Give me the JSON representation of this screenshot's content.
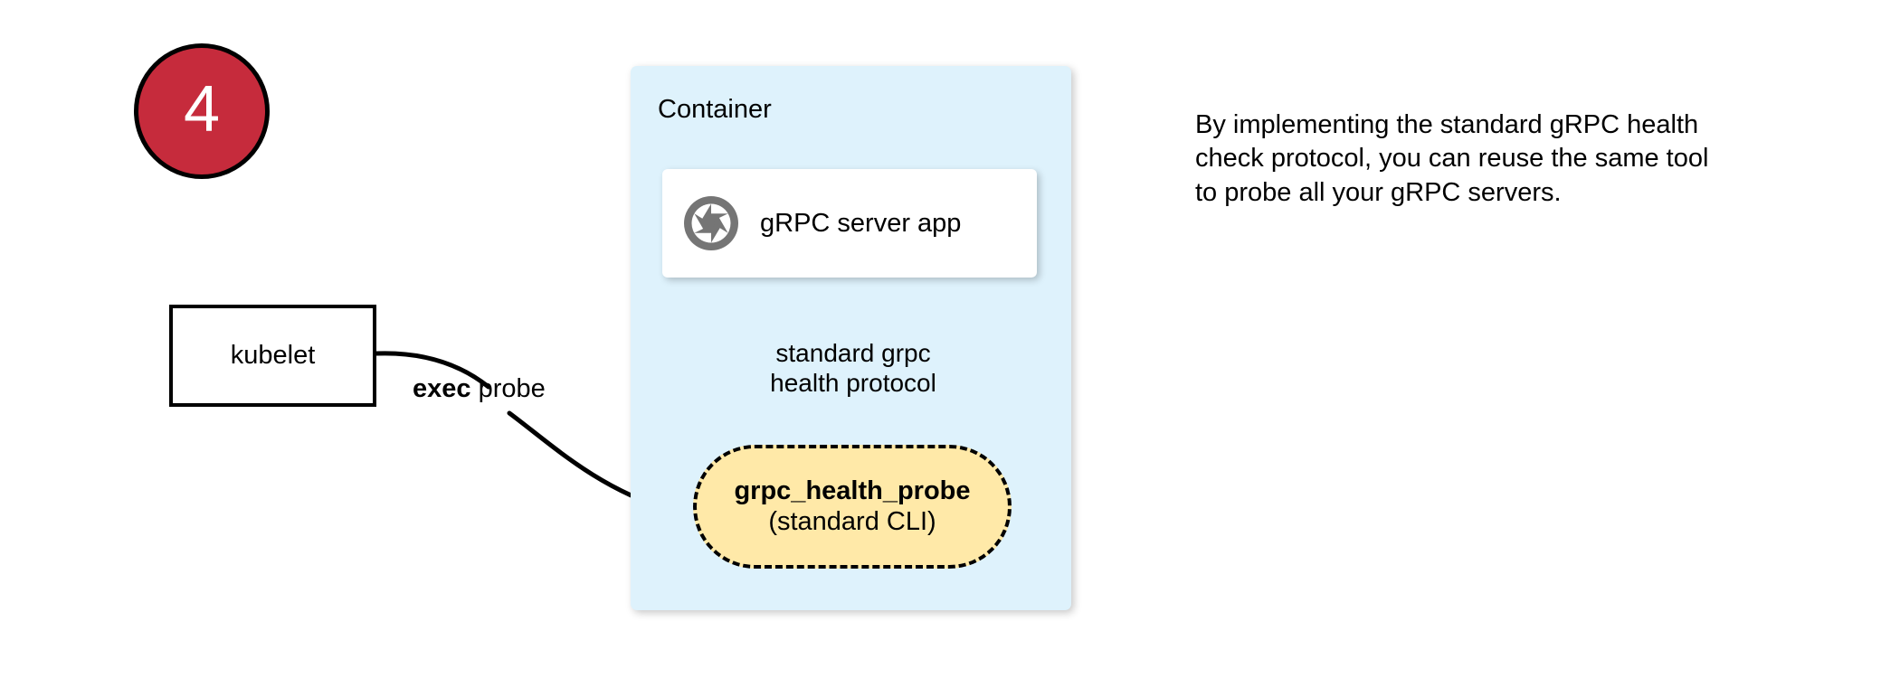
{
  "diagram": {
    "step_badge": {
      "number": "4",
      "fill": "#C62B3C",
      "stroke": "#000000",
      "text_color": "#FFFFFF"
    },
    "nodes": {
      "kubelet": {
        "label": "kubelet",
        "fill": "#FFFFFF",
        "stroke": "#000000"
      },
      "container": {
        "title": "Container",
        "fill": "#DEF2FC"
      },
      "grpc_server": {
        "label": "gRPC server app",
        "icon": "aperture-icon",
        "icon_color": "#757575",
        "fill": "#FFFFFF"
      },
      "grpc_health_probe": {
        "title": "grpc_health_probe",
        "subtitle": "(standard CLI)",
        "fill": "#FFE9A8",
        "stroke": "#000000",
        "stroke_style": "dashed"
      }
    },
    "edges": {
      "exec_probe": {
        "label_bold": "exec",
        "label_rest": " probe",
        "from": "kubelet",
        "to": "grpc_health_probe"
      },
      "health_protocol": {
        "line1": "standard grpc",
        "line2": "health protocol",
        "from": "grpc_health_probe",
        "to": "grpc_server"
      }
    },
    "caption": "By implementing the standard gRPC health check protocol, you can reuse the same tool to probe all your gRPC servers."
  }
}
